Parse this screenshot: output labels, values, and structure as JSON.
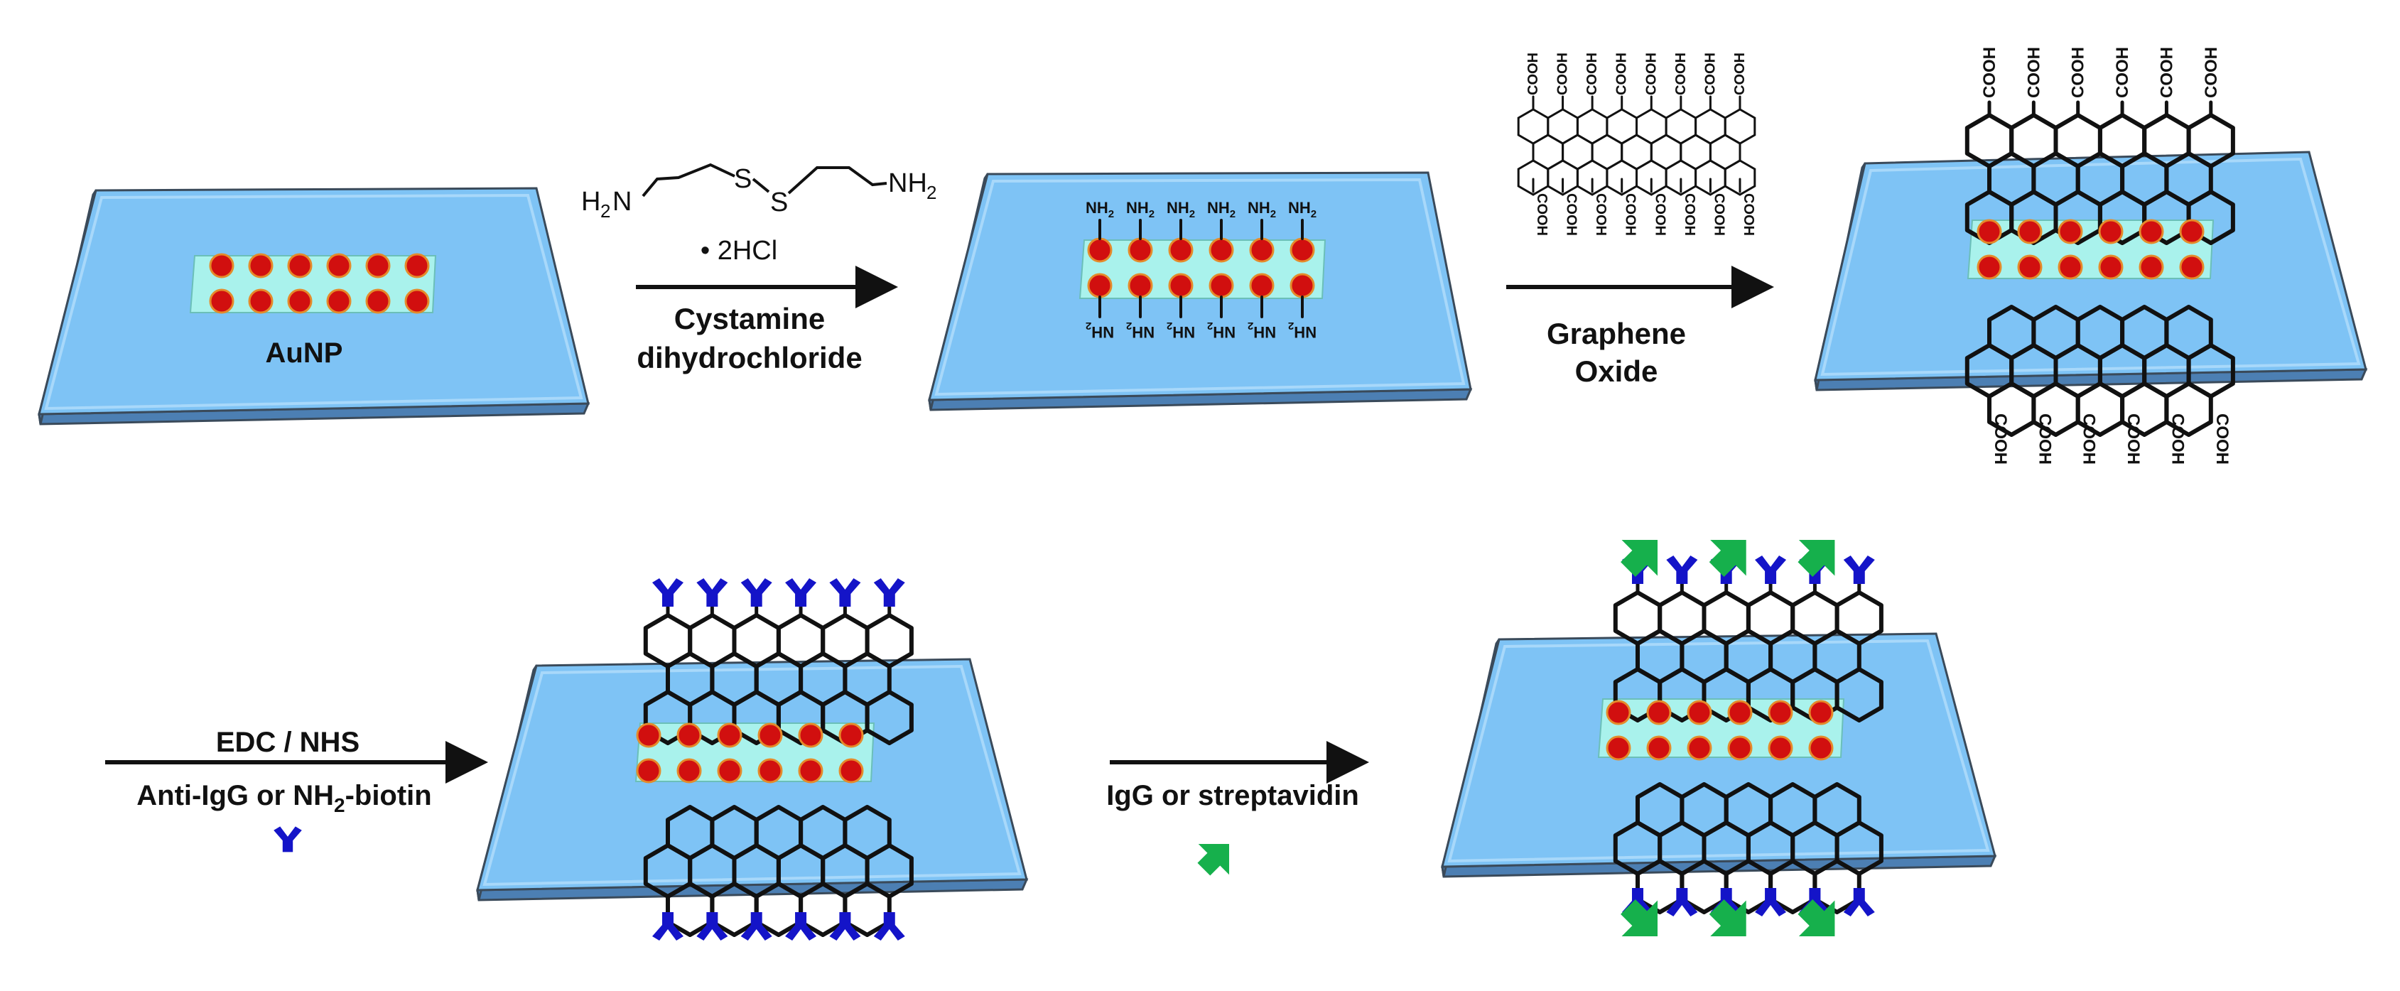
{
  "colors": {
    "substrate_top": "#7ec3f5",
    "substrate_edge": "#4c7fb3",
    "substrate_outline": "#3a4a5a",
    "strip": "#a9f2ec",
    "nanoparticle": "#d10f0f",
    "nanoparticle_ring": "#e58a2a",
    "antibody": "#1414c8",
    "target": "#16b04c",
    "lattice": "#111111",
    "arrow": "#111111"
  },
  "labels": {
    "aunp": "AuNP",
    "cyst_salt": "• 2HCl",
    "cyst_name_1": "Cystamine",
    "cyst_name_2": "dihydrochloride",
    "go_1": "Graphene",
    "go_2": "Oxide",
    "edc": "EDC / NHS",
    "anti_1": "Anti-IgG or NH",
    "anti_sub": "2",
    "anti_2": "-biotin",
    "igg": "IgG or streptavidin",
    "nh2": "NH",
    "nh2_sub": "2",
    "cooh": "COOH",
    "struct_h": "H",
    "struct_n": "N",
    "struct_s": "S",
    "struct_nh": "NH",
    "struct_sub": "2"
  },
  "icons": {
    "antibody": "y-shaped-antibody-icon",
    "target": "green-arrow-target-icon"
  }
}
